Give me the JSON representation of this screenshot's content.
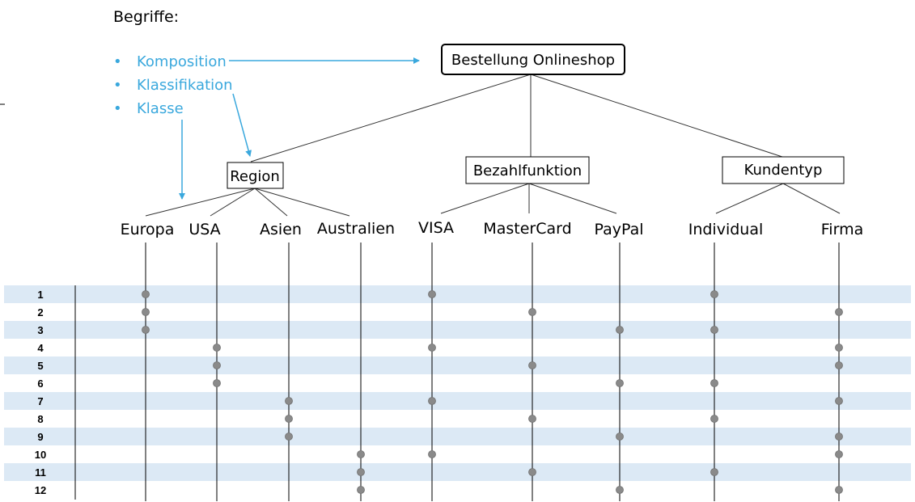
{
  "colors": {
    "accent": "#3aa8dd",
    "band": "#dce9f5",
    "dot": "#8a8a8a",
    "line": "#000000"
  },
  "header": {
    "title": "Begriffe:"
  },
  "terms": {
    "bullet": "•",
    "items": [
      "Komposition",
      "Klassifikation",
      "Klasse"
    ]
  },
  "tree": {
    "root": "Bestellung Onlineshop",
    "classifications": [
      {
        "label": "Region",
        "classes": [
          "Europa",
          "USA",
          "Asien",
          "Australien"
        ]
      },
      {
        "label": "Bezahlfunktion",
        "classes": [
          "VISA",
          "MasterCard",
          "PayPal"
        ]
      },
      {
        "label": "Kundentyp",
        "classes": [
          "Individual",
          "Firma"
        ]
      }
    ]
  },
  "test_cases": [
    {
      "id": "1",
      "classes": [
        "Europa",
        "VISA",
        "Individual"
      ]
    },
    {
      "id": "2",
      "classes": [
        "Europa",
        "MasterCard",
        "Firma"
      ]
    },
    {
      "id": "3",
      "classes": [
        "Europa",
        "PayPal",
        "Individual"
      ]
    },
    {
      "id": "4",
      "classes": [
        "USA",
        "VISA",
        "Firma"
      ]
    },
    {
      "id": "5",
      "classes": [
        "USA",
        "MasterCard",
        "Firma"
      ]
    },
    {
      "id": "6",
      "classes": [
        "USA",
        "PayPal",
        "Individual"
      ]
    },
    {
      "id": "7",
      "classes": [
        "Asien",
        "VISA",
        "Firma"
      ]
    },
    {
      "id": "8",
      "classes": [
        "Asien",
        "MasterCard",
        "Individual"
      ]
    },
    {
      "id": "9",
      "classes": [
        "Asien",
        "PayPal",
        "Firma"
      ]
    },
    {
      "id": "10",
      "classes": [
        "Australien",
        "VISA",
        "Firma"
      ]
    },
    {
      "id": "11",
      "classes": [
        "Australien",
        "MasterCard",
        "Individual"
      ]
    },
    {
      "id": "12",
      "classes": [
        "Australien",
        "PayPal",
        "Firma"
      ]
    }
  ]
}
